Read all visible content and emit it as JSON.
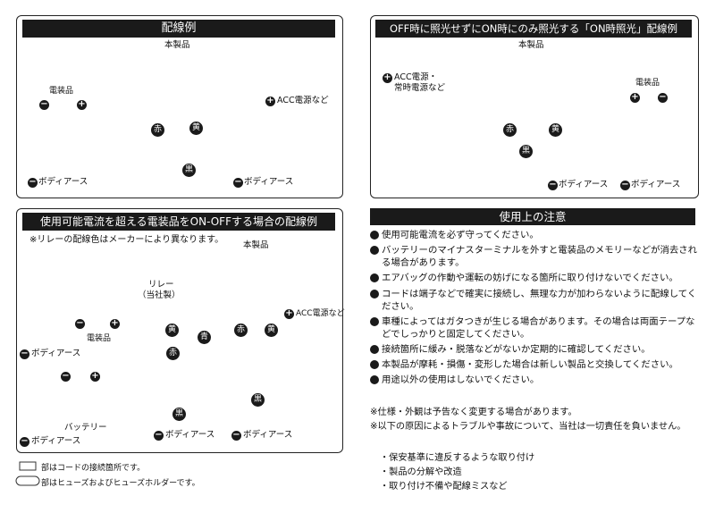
{
  "panel1": {
    "title": "配線例",
    "product": "本製品",
    "device": "電装品",
    "acc": "ACC電源など",
    "red": "赤",
    "yellow": "黄",
    "black": "黒",
    "minus": "−",
    "plus": "+",
    "ground1": "ボディアース",
    "ground2": "ボディアース"
  },
  "panel2": {
    "title": "OFF時に照光せずにON時にのみ照光する「ON時照光」配線例",
    "product": "本製品",
    "acc_line1": "ACC電源・",
    "acc_line2": "常時電源など",
    "device": "電装品",
    "red": "赤",
    "yellow": "黄",
    "black": "黒",
    "minus": "−",
    "plus": "+",
    "ground1": "ボディアース",
    "ground2": "ボディアース"
  },
  "panel3": {
    "title": "使用可能電流を超える電装品をON-OFFする場合の配線例",
    "note": "※リレーの配線色はメーカーにより異なります。",
    "relay_line1": "リレー",
    "relay_line2": "（当社製）",
    "product": "本製品",
    "acc": "ACC電源など",
    "device": "電装品",
    "battery": "バッテリー",
    "yellow": "黄",
    "red": "赤",
    "blue": "青",
    "black": "黒",
    "minus": "−",
    "plus": "+",
    "ground_device": "ボディアース",
    "ground_battery": "ボディアース",
    "ground_relay": "ボディアース",
    "ground_product": "ボディアース"
  },
  "legend": {
    "connection": "部はコードの接続箇所です。",
    "fuse": "部はヒューズおよびヒューズホルダーです。"
  },
  "caution": {
    "title": "使用上の注意",
    "items": [
      "使用可能電流を必ず守ってください。",
      "バッテリーのマイナスターミナルを外すと電装品のメモリーなどが消去される場合があります。",
      "エアバッグの作動や運転の妨げになる箇所に取り付けないでください。",
      "コードは端子などで確実に接続し、無理な力が加わらないように配線してください。",
      "車種によってはガタつきが生じる場合があります。その場合は両面テープなどでしっかりと固定してください。",
      "接続箇所に緩み・脱落などがないか定期的に確認してください。",
      "本製品が摩耗・損傷・変形した場合は新しい製品と交換してください。",
      "用途以外の使用はしないでください。"
    ]
  },
  "notes": {
    "spec": "※仕様・外観は予告なく変更する場合があります。",
    "disclaimer": "※以下の原因によるトラブルや事故について、当社は一切責任を負いません。",
    "causes": [
      "・保安基準に違反するような取り付け",
      "・製品の分解や改造",
      "・取り付け不備や配線ミスなど"
    ]
  }
}
